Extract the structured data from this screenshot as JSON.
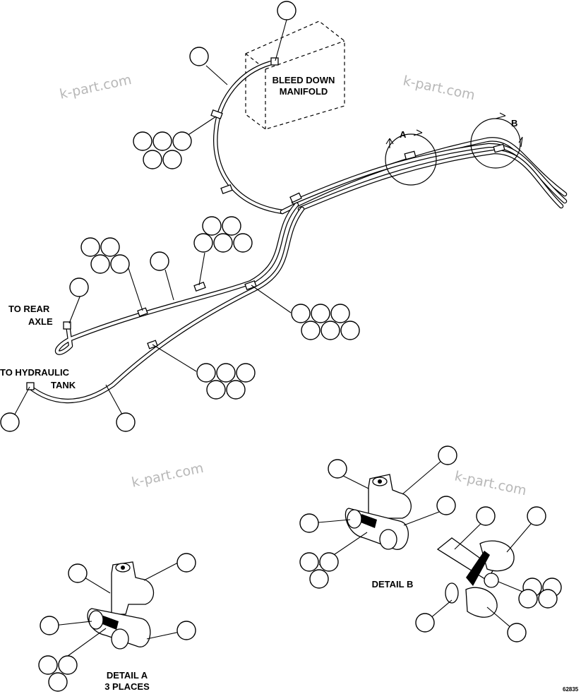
{
  "labels": {
    "bleed_down_line1": "BLEED DOWN",
    "bleed_down_line2": "MANIFOLD",
    "to_rear_line1": "TO REAR",
    "to_rear_line2": "AXLE",
    "to_hydraulic_line1": "TO HYDRAULIC",
    "to_hydraulic_line2": "TANK",
    "detail_a_line1": "DETAIL A",
    "detail_a_line2": "3 PLACES",
    "detail_b": "DETAIL B",
    "marker_a": "A",
    "marker_b": "B",
    "figure_number": "62835"
  },
  "watermark": {
    "text": "k-part.com",
    "color": "#b8b8b8"
  },
  "colors": {
    "line": "#000000",
    "background": "#ffffff"
  }
}
